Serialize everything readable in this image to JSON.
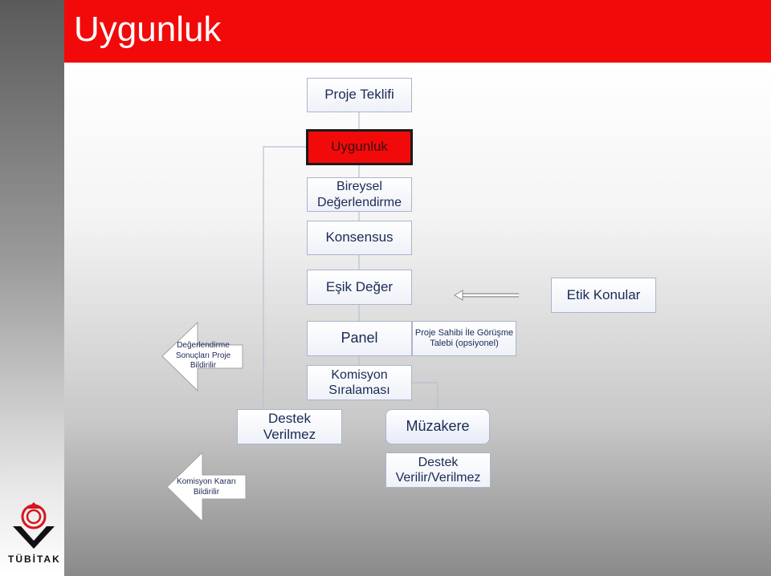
{
  "title": "Uygunluk",
  "boxes": {
    "proje_teklifi": "Proje Teklifi",
    "uygunluk": "Uygunluk",
    "bireysel": "Bireysel Değerlendirme",
    "konsensus": "Konsensus",
    "esik_deger": "Eşik Değer",
    "etik_konular": "Etik Konular",
    "panel": "Panel",
    "komisyon_siralamasi": "Komisyon Sıralaması",
    "gorusme_talebi": "Proje Sahibi İle Görüşme Talebi (opsiyonel)",
    "destek_verilmez": "Destek Verilmez",
    "muzakere": "Müzakere",
    "destek_verilir_verilmez": "Destek Verilir/Verilmez"
  },
  "arrows": {
    "degerlendirme_sonuclari": "Değerlendirme Sonuçları Proje Bildirilir",
    "komisyon_karari": "Komisyon Kararı Bildirilir"
  },
  "logo": {
    "text": "TÜBİTAK",
    "colors": {
      "red": "#d8141c",
      "black": "#111111"
    }
  },
  "colors": {
    "title_bar": "#f20a0a",
    "box_text": "#1a2a55",
    "box_border": "#aab4cc"
  }
}
